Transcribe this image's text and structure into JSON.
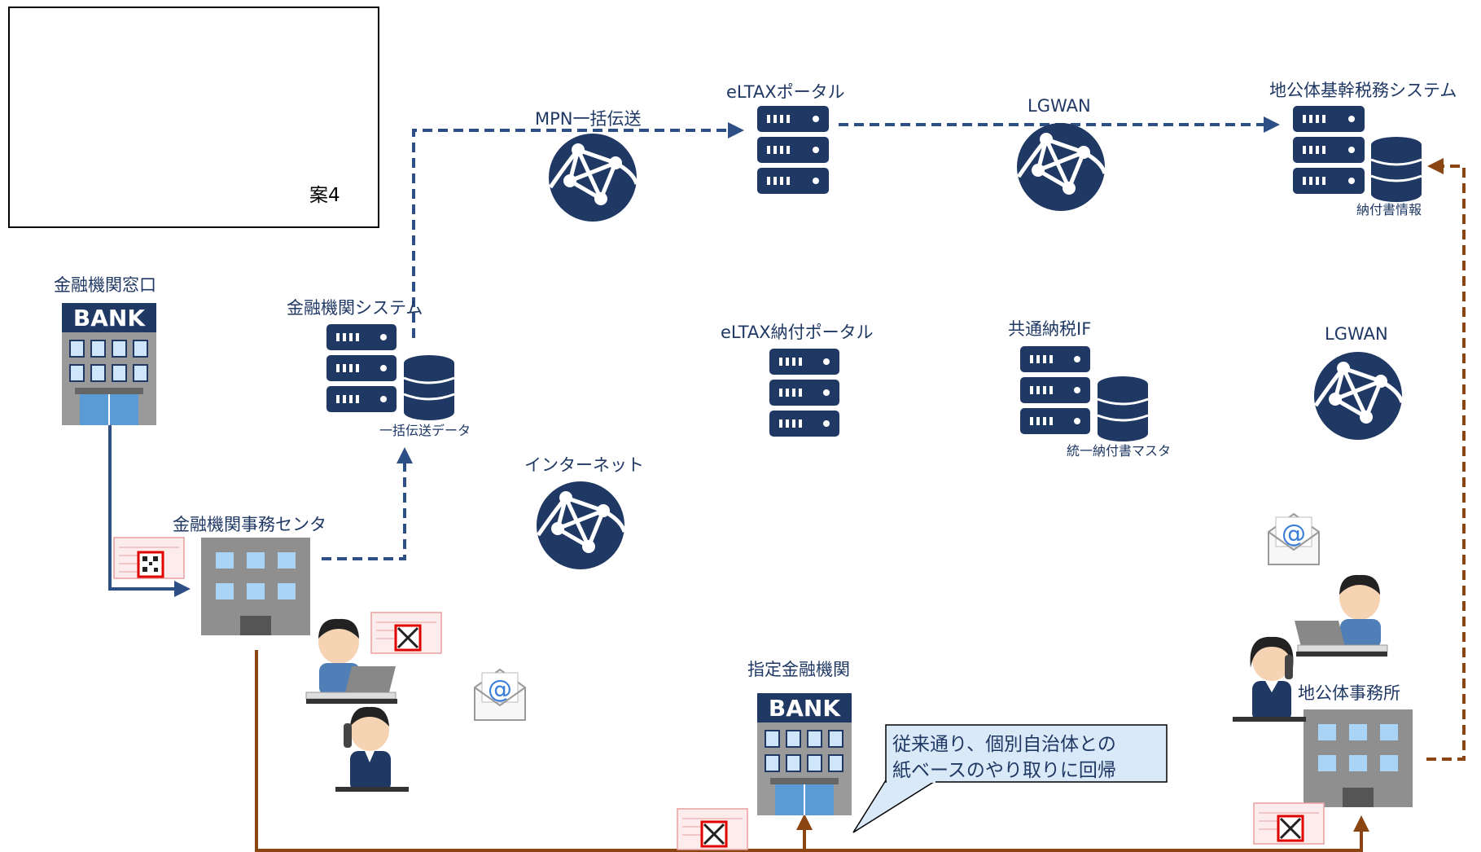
{
  "colors": {
    "navy": "#1f3864",
    "blue_line": "#2e4f85",
    "brown_line": "#8b4513",
    "building_grey": "#8a8a8a",
    "window_blue": "#a9d4f5",
    "bank_header": "#1f3864",
    "callout_fill": "#dae9f8",
    "red_mark": "#e00000"
  },
  "legend": {
    "label": "案4"
  },
  "nodes": {
    "bank_counter": "金融機関窓口",
    "bank_system": "金融機関システム",
    "bulk_data": "一括伝送データ",
    "bank_office_center": "金融機関事務センタ",
    "mpn_bulk": "MPN一括伝送",
    "eltax_portal": "eLTAXポータル",
    "lgwan_top": "LGWAN",
    "local_gov_tax_system": "地公体基幹税務システム",
    "payment_info": "納付書情報",
    "eltax_payment_portal": "eLTAX納付ポータル",
    "common_tax_if": "共通納税IF",
    "unified_master": "統一納付書マスタ",
    "lgwan_right": "LGWAN",
    "internet": "インターネット",
    "designated_bank": "指定金融機関",
    "local_gov_office": "地公体事務所"
  },
  "icons": {
    "bank_sign": "BANK",
    "server": "server-icon",
    "database": "database-icon",
    "globe": "network-globe-icon",
    "mail": "mail-icon",
    "mail_symbol": "@",
    "person": "person-icon"
  },
  "callout": {
    "line1": "従来通り、個別自治体との",
    "line2": "紙ベースのやり取りに回帰"
  }
}
